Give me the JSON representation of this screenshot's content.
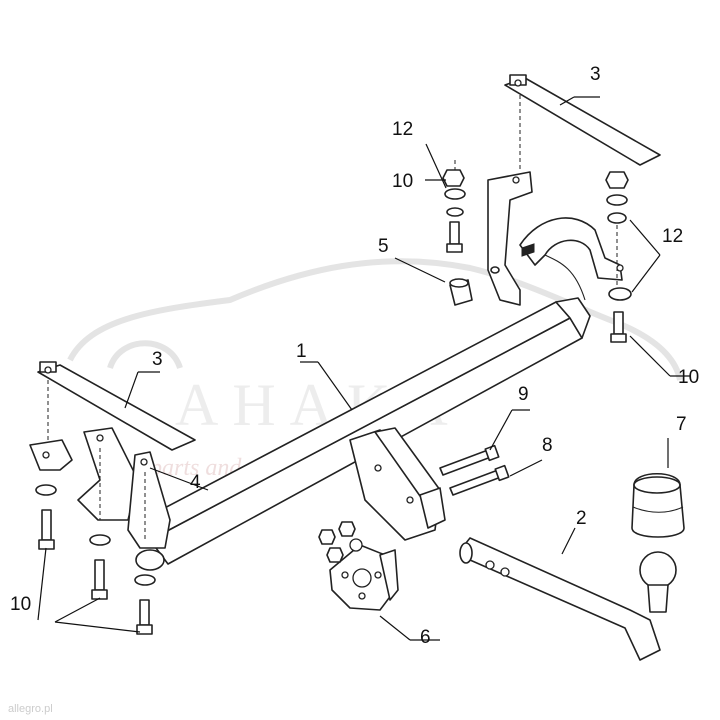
{
  "watermark": {
    "brand": "AHAKA",
    "tagline": "parts and tuning"
  },
  "credit": "allegro.pl",
  "labels": {
    "p1": "1",
    "p2": "2",
    "p3_top": "3",
    "p3_left": "3",
    "p4": "4",
    "p5": "5",
    "p6": "6",
    "p7": "7",
    "p8": "8",
    "p9": "9",
    "p10_top": "10",
    "p10_right": "10",
    "p10_left": "10",
    "p12_top": "12",
    "p12_right": "12"
  },
  "colors": {
    "line": "#222222",
    "watermark": "#e4e4e4"
  }
}
